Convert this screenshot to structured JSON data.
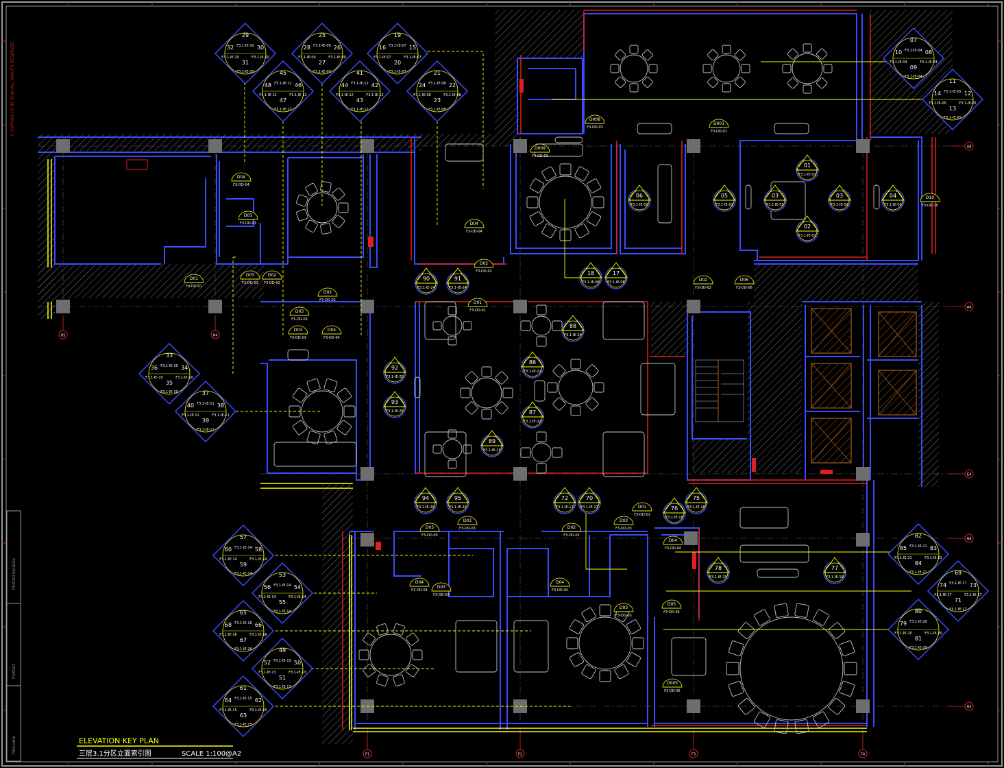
{
  "title_block": {
    "title": "ELEVATION KEY PLAN",
    "subtitle": "三层3.1分区立面索引图",
    "scale": "SCALE 1:100@A2",
    "copyright": "© COPYRIGHT BY ZHJA ALL RIGHTS RESERVED",
    "stamp1": "Plotted by/date",
    "stamp2": "Plotted",
    "stamp3": "Filename"
  },
  "colors": {
    "background": "#000000",
    "frame": "#9a9a9a",
    "wall_blue": "#3a4cff",
    "wall_red": "#e02020",
    "yellow": "#ffff00",
    "hatch": "#8a8a8a",
    "furniture": "#c8c8c8",
    "column_gray": "#6e6e6e",
    "grid": "#555555"
  },
  "grid_markers": {
    "bottom": [
      "F1",
      "F2",
      "F3",
      "F4"
    ],
    "right": [
      "A8",
      "A4",
      "E4",
      "H8",
      "H5"
    ],
    "left": [
      "H5",
      "H4"
    ]
  },
  "elevation_clusters": [
    {
      "n": "29",
      "e": "30",
      "s": "31",
      "w": "32",
      "tag": "F3.1-IE-10"
    },
    {
      "n": "25",
      "e": "26",
      "s": "27",
      "w": "28",
      "tag": "F3.1-IE-09"
    },
    {
      "n": "19",
      "e": "15",
      "s": "20",
      "w": "16",
      "tag": "F3.1-IE-07"
    },
    {
      "n": "45",
      "e": "46",
      "s": "47",
      "w": "48",
      "tag": "F3.1-IE-12"
    },
    {
      "n": "41",
      "e": "42",
      "s": "43",
      "w": "44",
      "tag": "F3.1-IE-12"
    },
    {
      "n": "21",
      "e": "22",
      "s": "23",
      "w": "24",
      "tag": "F3.1-IE-08"
    },
    {
      "n": "07",
      "e": "08",
      "s": "09",
      "w": "10",
      "tag": "F3.1-IE-04"
    },
    {
      "n": "11",
      "e": "12",
      "s": "13",
      "w": "14",
      "tag": "F3.1-IE-05"
    },
    {
      "n": "33",
      "e": "34",
      "s": "35",
      "w": "36",
      "tag": "F3.1-IE-10"
    },
    {
      "n": "37",
      "e": "38",
      "s": "39",
      "w": "40",
      "tag": "F3.1-IE-11"
    },
    {
      "n": "57",
      "e": "58",
      "s": "59",
      "w": "60",
      "tag": "F3.1-IE-14"
    },
    {
      "n": "53",
      "e": "54",
      "s": "55",
      "w": "56",
      "tag": "F3.1-IE-14"
    },
    {
      "n": "65",
      "e": "66",
      "s": "67",
      "w": "68",
      "tag": "F3.1-IE-16"
    },
    {
      "n": "49",
      "e": "50",
      "s": "51",
      "w": "52",
      "tag": "F3.1-IE-13"
    },
    {
      "n": "61",
      "e": "62",
      "s": "63",
      "w": "64",
      "tag": "F3.1-IE-15"
    },
    {
      "n": "82",
      "e": "83",
      "s": "84",
      "w": "85",
      "tag": "F3.1-IE-21"
    },
    {
      "n": "69",
      "e": "73",
      "s": "71",
      "w": "74",
      "tag": "F3.1-IE-17"
    },
    {
      "n": "80",
      "e": "",
      "s": "81",
      "w": "79",
      "tag": "F3.1-IE-20"
    }
  ],
  "elevation_markers": [
    {
      "num": "01",
      "tag": "F3.1-IE-01"
    },
    {
      "num": "02",
      "tag": "F3.1-IE-01"
    },
    {
      "num": "03",
      "tag": "F3.1-IE-02"
    },
    {
      "num": "03",
      "tag": "F3.1-IE-02"
    },
    {
      "num": "04",
      "tag": "F3.1-IE-02"
    },
    {
      "num": "05",
      "tag": "F3.1-IE-02"
    },
    {
      "num": "06",
      "tag": "F3.1-IE-02"
    },
    {
      "num": "18",
      "tag": "F3.1-IE-06"
    },
    {
      "num": "17",
      "tag": "F3.1-IE-06"
    },
    {
      "num": "90",
      "tag": "F3.1-IE-24"
    },
    {
      "num": "91",
      "tag": "F3.1-IE-24"
    },
    {
      "num": "88",
      "tag": "F3.1-IE-26"
    },
    {
      "num": "92",
      "tag": "F3.1-IE-25"
    },
    {
      "num": "93",
      "tag": "F3.1-IE-25"
    },
    {
      "num": "86",
      "tag": "F3.1-IE-22"
    },
    {
      "num": "87",
      "tag": "F3.1-IE-22"
    },
    {
      "num": "89",
      "tag": "F3.1-IE-23"
    },
    {
      "num": "94",
      "tag": "F3.1-IE-25"
    },
    {
      "num": "95",
      "tag": "F3.1-IE-25"
    },
    {
      "num": "72",
      "tag": "F3.1-IE-17"
    },
    {
      "num": "70",
      "tag": "F3.1-IE-17"
    },
    {
      "num": "75",
      "tag": "F3.1-IE-18"
    },
    {
      "num": "76",
      "tag": "F3.1-IE-18"
    },
    {
      "num": "78",
      "tag": "F3.1-IE-19"
    },
    {
      "num": "77",
      "tag": "F3.1-IE-19"
    }
  ],
  "door_tags": [
    {
      "code": "D04",
      "tag": "F3-DD-04"
    },
    {
      "code": "D03",
      "tag": "F3-DD-03"
    },
    {
      "code": "D03",
      "tag": "F3-DD-03"
    },
    {
      "code": "D02",
      "tag": "F3-DD-02"
    },
    {
      "code": "D01",
      "tag": "F3-DD-01"
    },
    {
      "code": "D02",
      "tag": "F3-DD-02"
    },
    {
      "code": "D03",
      "tag": "F3-DD-03"
    },
    {
      "code": "D03",
      "tag": "F3-DD-03"
    },
    {
      "code": "D04",
      "tag": "F3-DD-04"
    },
    {
      "code": "D04",
      "tag": "F3-DD-04"
    },
    {
      "code": "D02",
      "tag": "F3-DD-02"
    },
    {
      "code": "D01",
      "tag": "F3-DD-01"
    },
    {
      "code": "D06",
      "tag": "F3-DD-06"
    },
    {
      "code": "D10",
      "tag": "F3-DD-10"
    },
    {
      "code": "D008",
      "tag": "F3-DD-03"
    },
    {
      "code": "D009",
      "tag": "F3-DD-03"
    },
    {
      "code": "D001",
      "tag": "F3-DD-01"
    },
    {
      "code": "D02",
      "tag": "F3-DD-02"
    },
    {
      "code": "D03",
      "tag": "F3-DD-03"
    },
    {
      "code": "D03",
      "tag": "F3-DD-03"
    },
    {
      "code": "D04",
      "tag": "F3-DD-04"
    },
    {
      "code": "D03",
      "tag": "F3-DD-03"
    },
    {
      "code": "D04",
      "tag": "F3-DD-04"
    },
    {
      "code": "D02",
      "tag": "F3-DD-02"
    },
    {
      "code": "D03",
      "tag": "F3-DD-03"
    },
    {
      "code": "D01",
      "tag": "F3-DD-01"
    },
    {
      "code": "D03",
      "tag": "F3-DD-03"
    },
    {
      "code": "D04",
      "tag": "F3-DD-04"
    },
    {
      "code": "D05",
      "tag": "F3-DD-05"
    },
    {
      "code": "D005",
      "tag": "F3-DD-05"
    }
  ]
}
